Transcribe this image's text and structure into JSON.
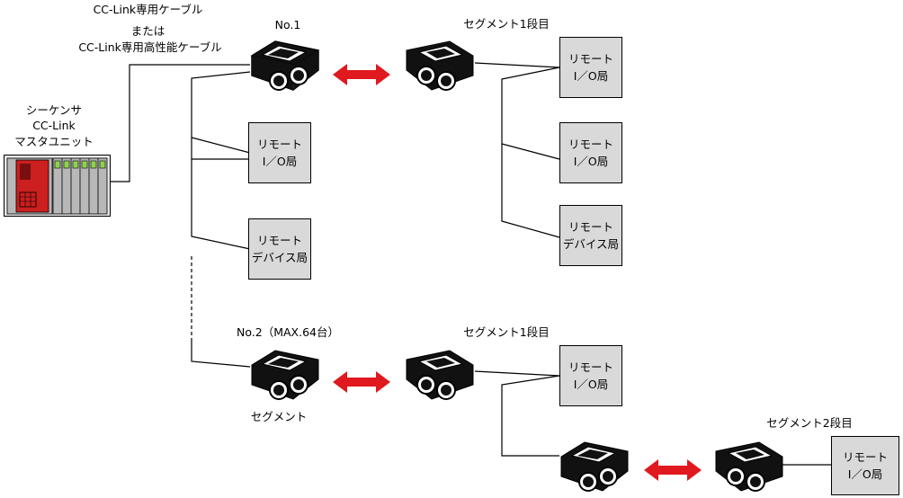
{
  "cable": {
    "line1": "CC-Link専用ケーブル",
    "line2": "または",
    "line3": "CC-Link専用高性能ケーブル"
  },
  "master": {
    "line1": "シーケンサ",
    "line2": "CC-Link",
    "line3": "マスタユニット"
  },
  "repeaters": {
    "no1_label": "No.1",
    "no2_label": "No.2（MAX.64台）",
    "segment_label": "セグメント"
  },
  "segments": {
    "top_label": "セグメント1段目",
    "bottom_label": "セグメント1段目",
    "second_label": "セグメント2段目"
  },
  "stations": {
    "remote_io_line1": "リモート",
    "remote_io_line2": "I／O局",
    "remote_dev_line1": "リモート",
    "remote_dev_line2": "デバイス局"
  },
  "colors": {
    "arrow": "#e0191e",
    "station_fill": "#d9d9d9",
    "plc_red": "#cc1f1f",
    "plc_gray": "#b8b8b8",
    "led_green": "#8fd14f"
  }
}
